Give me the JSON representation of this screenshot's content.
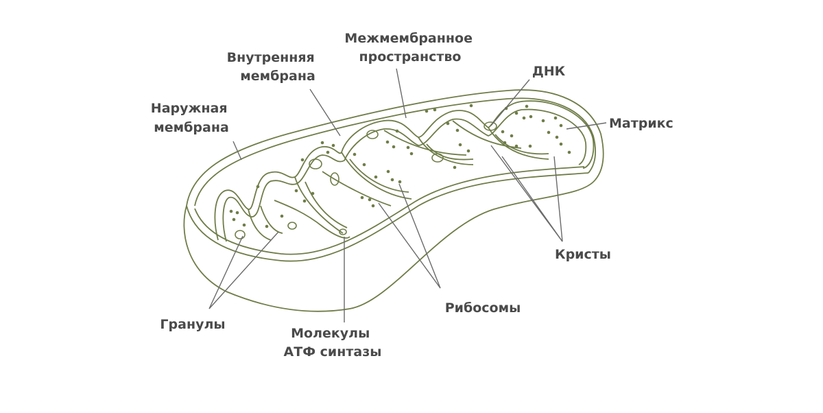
{
  "labels": {
    "outer_membrane": [
      "Наружная",
      "мембрана"
    ],
    "inner_membrane": [
      "Внутренняя",
      "мембрана"
    ],
    "intermembrane_space": [
      "Межмембранное",
      "пространство"
    ],
    "dna": [
      "ДНК"
    ],
    "matrix": [
      "Матрикс"
    ],
    "cristae": [
      "Кристы"
    ],
    "ribosomes": [
      "Рибосомы"
    ],
    "atp_synthase": [
      "Молекулы",
      "АТФ синтазы"
    ],
    "granules": [
      "Гранулы"
    ]
  },
  "colors": {
    "outline": "#6f7d48",
    "dots": "#6f7d48",
    "text": "#4a4a4a",
    "leader": "#6a6a6a",
    "background": "#ffffff"
  }
}
